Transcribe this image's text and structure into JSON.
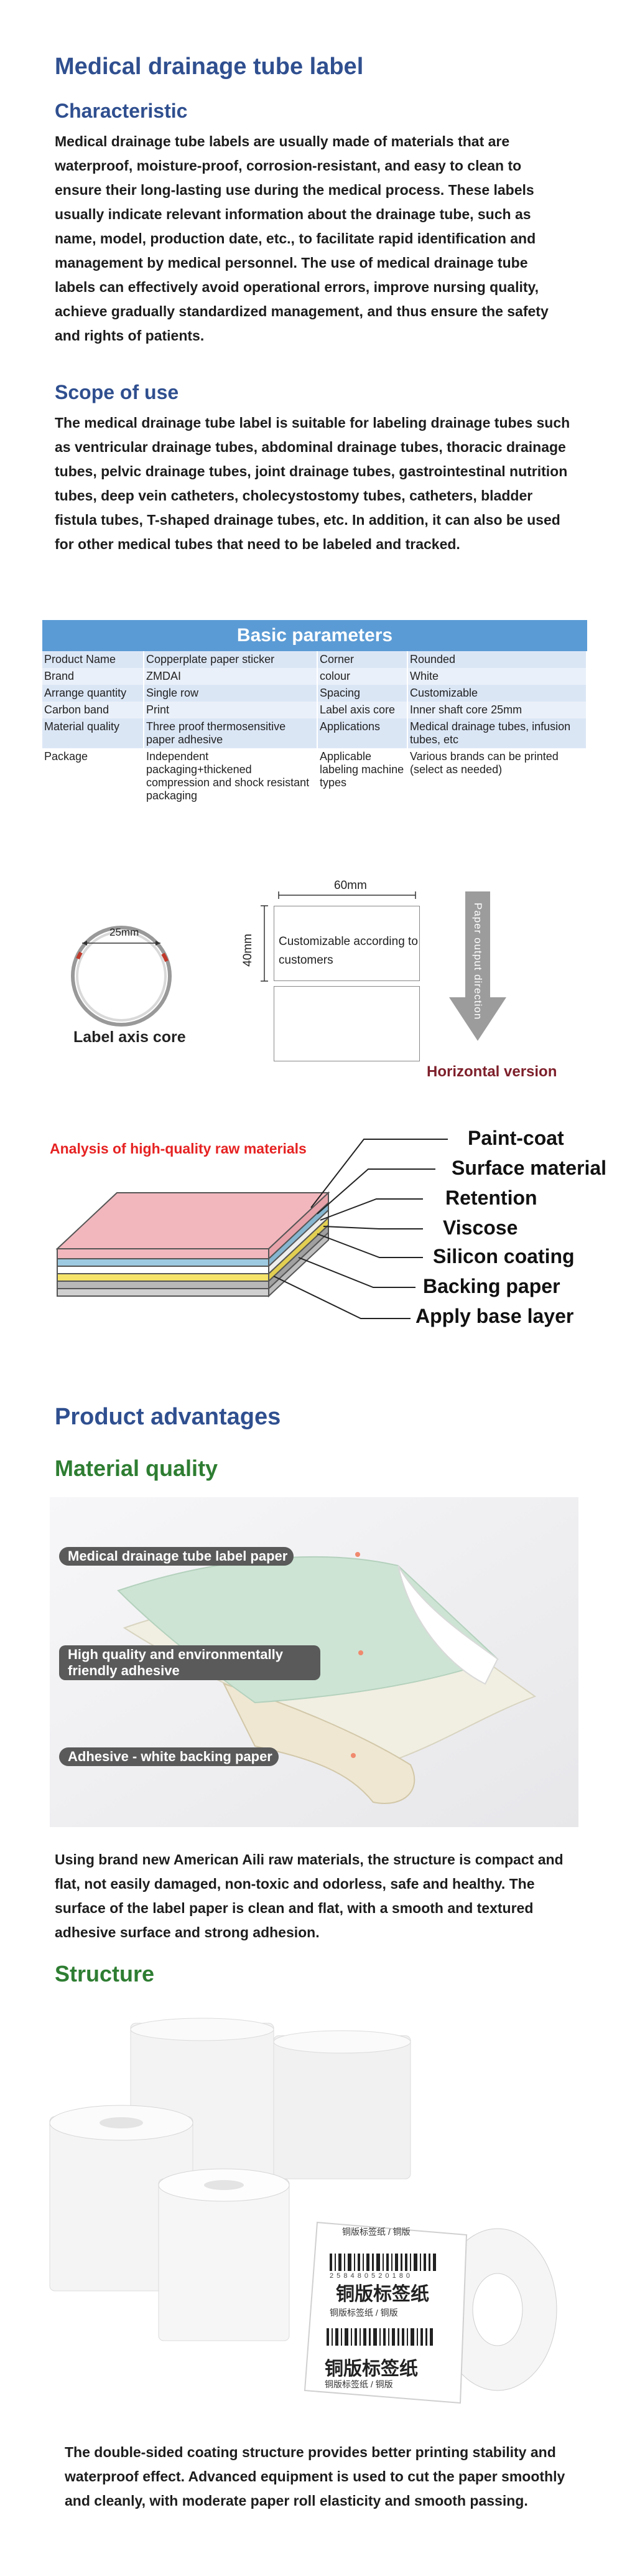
{
  "title": "Medical drainage tube label",
  "characteristic": {
    "heading": "Characteristic",
    "text": "Medical drainage tube labels are usually made of materials that are waterproof, moisture-proof, corrosion-resistant, and easy to clean to ensure their long-lasting use during the medical process. These labels usually indicate relevant information about the drainage tube, such as name, model, production date, etc., to facilitate rapid identification and management by medical personnel. The use of medical drainage tube labels can effectively avoid operational errors, improve nursing quality, achieve gradually standardized management, and thus ensure the safety and rights of patients."
  },
  "scope": {
    "heading": "Scope of use",
    "text": "The medical drainage tube label is suitable for labeling drainage tubes such as ventricular drainage tubes, abdominal drainage tubes, thoracic drainage tubes, pelvic drainage tubes, joint drainage tubes, gastrointestinal nutrition tubes, deep vein catheters, cholecystostomy tubes, catheters, bladder fistula tubes, T-shaped drainage tubes, etc. In addition, it can also be used for other medical tubes that need to be labeled and tracked."
  },
  "params": {
    "title": "Basic parameters",
    "rows": [
      [
        "Product Name",
        "Copperplate paper sticker",
        "Corner",
        "Rounded"
      ],
      [
        "Brand",
        "ZMDAI",
        "colour",
        "White"
      ],
      [
        "Arrange quantity",
        "Single row",
        "Spacing",
        "Customizable"
      ],
      [
        "Carbon band",
        "Print",
        "Label axis core",
        "Inner shaft core 25mm"
      ],
      [
        "Material quality",
        "Three proof thermosensitive paper adhesive",
        "Applications",
        "Medical drainage tubes, infusion tubes, etc"
      ],
      [
        "Package",
        "Independent packaging+thickened compression and shock resistant packaging",
        "Applicable labeling machine types",
        "Various brands can be printed (select as needed)"
      ]
    ]
  },
  "diagram": {
    "core_size": "25mm",
    "core_label": "Label axis core",
    "width_label": "60mm",
    "height_label": "40mm",
    "custom_text": "Customizable according to customers",
    "arrow_text": "Paper output direction",
    "horizontal": "Horizontal version"
  },
  "materials": {
    "analysis": "Analysis of high-quality raw materials",
    "layers": [
      "Paint-coat",
      "Surface material",
      "Retention",
      "Viscose",
      "Silicon coating",
      "Backing paper",
      "Apply base layer"
    ]
  },
  "advantages": {
    "heading": "Product advantages",
    "material_heading": "Material quality",
    "tags": [
      "Medical drainage tube label paper",
      "High quality and environmentally friendly adhesive",
      "Adhesive - white backing paper"
    ],
    "material_text": "Using brand new American Aili raw materials, the structure is compact and flat, not easily damaged, non-toxic and odorless, safe and healthy. The surface of the label paper is clean and flat, with a smooth and textured adhesive surface and strong adhesion.",
    "structure_heading": "Structure",
    "roll_text_big": "铜版标签纸",
    "roll_text_small": "铜版标签纸 / 铜版",
    "roll_code": "2 5 8 4 8 0 5 2 0 1 8 0",
    "structure_text": "The double-sided coating structure provides better printing stability and waterproof effect. Advanced equipment is used to cut the paper smoothly and cleanly, with moderate paper roll elasticity and smooth passing."
  },
  "colors": {
    "heading_blue": "#2f4f8f",
    "heading_green": "#2e7d32",
    "table_header": "#5b9bd5",
    "analysis_red": "#e62222",
    "horizontal_maroon": "#7d1f2a"
  }
}
